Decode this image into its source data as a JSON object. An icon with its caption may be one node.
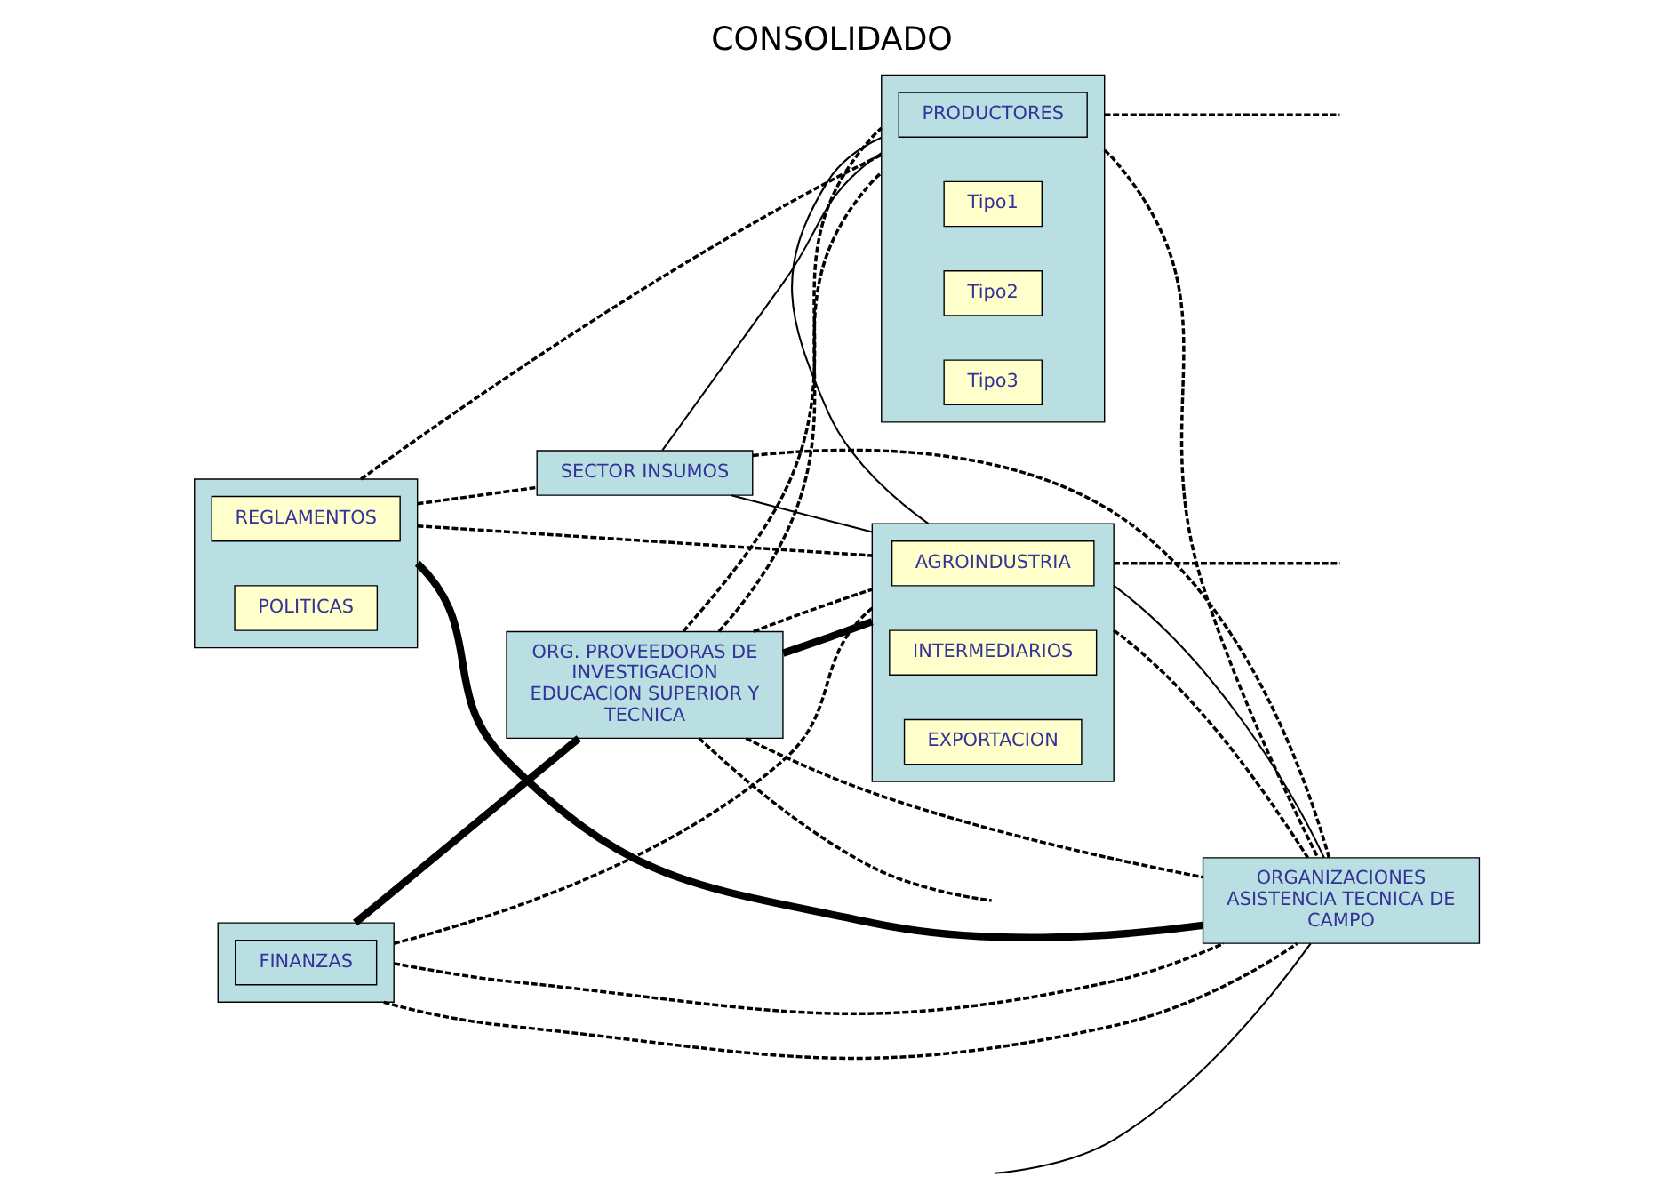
{
  "diagram": {
    "title": "CONSOLIDADO",
    "nodes": [
      {
        "text": [],
        "shape": "box"
      },
      {
        "text": [
          "REGLAMENTOS"
        ],
        "in": 0
      },
      {
        "text": [
          "POLITICAS"
        ],
        "in": 0
      },
      {
        "text": [],
        "shape": "box"
      },
      {
        "text": [
          "FINANZAS"
        ],
        "in": 3
      },
      {
        "text": [],
        "shape": "box"
      },
      {
        "text": [
          "PRODUCTORES"
        ],
        "in": 5
      },
      {
        "text": [
          "Tipo1"
        ],
        "in": 5
      },
      {
        "text": [
          "Tipo2"
        ],
        "in": 5
      },
      {
        "text": [
          "Tipo3"
        ],
        "in": 5
      },
      {
        "text": [
          "ORG. PROVEEDORAS DE INVESTIGACION EDUCACION SUPERIOR Y TECNICA"
        ]
      },
      {
        "text": [
          "SECTOR INSUMOS"
        ]
      },
      {
        "text": [],
        "shape": "box"
      },
      {
        "text": [
          "AGROINDUSTRIA"
        ],
        "in": 12
      },
      {
        "text": [
          "INTERMEDIARIOS"
        ],
        "in": 12
      },
      {
        "text": [
          "EXPORTACION"
        ],
        "in": 12
      },
      {
        "text": [
          "ORGANIZACIONES ASISTENCIA TECNICA DE CAMPO"
        ]
      }
    ],
    "edges": [
      {
        "from": 3,
        "to": 10,
        "arrow": "none",
        "style": "thick"
      },
      {
        "from": 0,
        "to": 16,
        "arrow": "none",
        "style": "thick"
      },
      {
        "from": 0,
        "to": 11,
        "arrow": "none",
        "style": "dashed"
      },
      {
        "from": 0,
        "to": 5,
        "arrow": "none",
        "style": "dashed"
      },
      {
        "from": 0,
        "to": 12,
        "arrow": "none",
        "style": "dashed"
      },
      {
        "from": 3,
        "to": 12,
        "arrow": "none",
        "style": "dashed"
      },
      {
        "from": 3,
        "to": 16,
        "arrow": "none",
        "style": "dashed"
      },
      {
        "from": 3,
        "to": 16,
        "arrow": "none",
        "style": "dashed"
      },
      {
        "from": 10,
        "to": 5,
        "arrow": "none",
        "style": "dashed"
      },
      {
        "from": 10,
        "to": 5,
        "arrow": "none",
        "style": "dashed"
      },
      {
        "from": 10,
        "to": 12,
        "arrow": "none",
        "style": "thick"
      },
      {
        "from": 10,
        "to": 12,
        "arrow": "none",
        "style": "dashed"
      },
      {
        "from": 10,
        "to": 16,
        "arrow": "none",
        "style": "dashed"
      },
      {
        "from": 11,
        "to": 5,
        "arrow": "none"
      },
      {
        "from": 11,
        "to": 12,
        "arrow": "none"
      },
      {
        "from": 11,
        "to": 16,
        "arrow": "none",
        "style": "dashed"
      },
      {
        "from": 5,
        "to": 12,
        "arrow": "none"
      },
      {
        "from": 5,
        "to": 16,
        "arrow": "none",
        "style": "dashed"
      },
      {
        "from": 12,
        "to": 16,
        "arrow": "none",
        "style": "dashed"
      },
      {
        "from": 12,
        "to": 16,
        "arrow": "none"
      },
      {
        "from": 10,
        "to": null,
        "arrow": "none",
        "style": "dashed"
      },
      {
        "from": null,
        "to": 16,
        "arrow": "none"
      },
      {
        "from": 5,
        "to": null,
        "arrow": "none",
        "style": "dashed"
      },
      {
        "from": 12,
        "to": null,
        "arrow": "none",
        "style": "dashed"
      }
    ]
  }
}
